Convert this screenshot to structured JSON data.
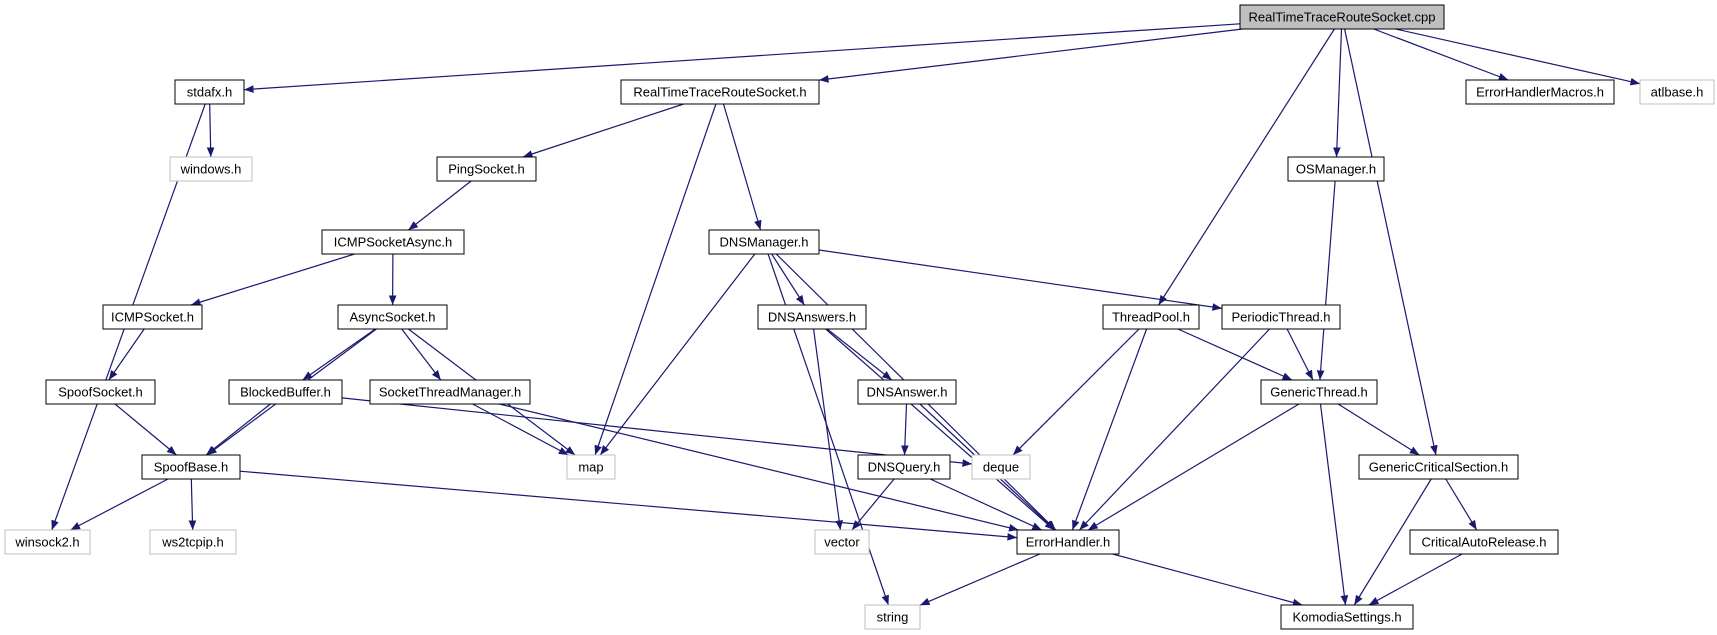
{
  "colors": {
    "edge": "#191970",
    "node_border": "#000000",
    "node_border_external": "#bfbfbf",
    "root_fill": "#bfbfbf",
    "node_fill": "#ffffff"
  },
  "nodes": [
    {
      "id": "root",
      "label": "RealTimeTraceRouteSocket.cpp",
      "kind": "root"
    },
    {
      "id": "stdafx",
      "label": "stdafx.h",
      "kind": "file"
    },
    {
      "id": "rtrs_h",
      "label": "RealTimeTraceRouteSocket.h",
      "kind": "file"
    },
    {
      "id": "errmacros",
      "label": "ErrorHandlerMacros.h",
      "kind": "file"
    },
    {
      "id": "atlbase",
      "label": "atlbase.h",
      "kind": "external"
    },
    {
      "id": "windows",
      "label": "windows.h",
      "kind": "external"
    },
    {
      "id": "pingsocket",
      "label": "PingSocket.h",
      "kind": "file"
    },
    {
      "id": "osmanager",
      "label": "OSManager.h",
      "kind": "file"
    },
    {
      "id": "icmpasync",
      "label": "ICMPSocketAsync.h",
      "kind": "file"
    },
    {
      "id": "dnsmanager",
      "label": "DNSManager.h",
      "kind": "file"
    },
    {
      "id": "icmpsocket",
      "label": "ICMPSocket.h",
      "kind": "file"
    },
    {
      "id": "asyncsocket",
      "label": "AsyncSocket.h",
      "kind": "file"
    },
    {
      "id": "dnsanswers",
      "label": "DNSAnswers.h",
      "kind": "file"
    },
    {
      "id": "threadpool",
      "label": "ThreadPool.h",
      "kind": "file"
    },
    {
      "id": "periodic",
      "label": "PeriodicThread.h",
      "kind": "file"
    },
    {
      "id": "spoofsocket",
      "label": "SpoofSocket.h",
      "kind": "file"
    },
    {
      "id": "blockedbuf",
      "label": "BlockedBuffer.h",
      "kind": "file"
    },
    {
      "id": "sockthreadmgr",
      "label": "SocketThreadManager.h",
      "kind": "file"
    },
    {
      "id": "dnsanswer",
      "label": "DNSAnswer.h",
      "kind": "file"
    },
    {
      "id": "genericthread",
      "label": "GenericThread.h",
      "kind": "file"
    },
    {
      "id": "spoofbase",
      "label": "SpoofBase.h",
      "kind": "file"
    },
    {
      "id": "map",
      "label": "map",
      "kind": "external"
    },
    {
      "id": "dnsquery",
      "label": "DNSQuery.h",
      "kind": "file"
    },
    {
      "id": "deque",
      "label": "deque",
      "kind": "external"
    },
    {
      "id": "gencrit",
      "label": "GenericCriticalSection.h",
      "kind": "file"
    },
    {
      "id": "winsock2",
      "label": "winsock2.h",
      "kind": "external"
    },
    {
      "id": "ws2tcpip",
      "label": "ws2tcpip.h",
      "kind": "external"
    },
    {
      "id": "vector",
      "label": "vector",
      "kind": "external"
    },
    {
      "id": "errorhandler",
      "label": "ErrorHandler.h",
      "kind": "file"
    },
    {
      "id": "critauto",
      "label": "CriticalAutoRelease.h",
      "kind": "file"
    },
    {
      "id": "string",
      "label": "string",
      "kind": "external"
    },
    {
      "id": "komodia",
      "label": "KomodiaSettings.h",
      "kind": "file"
    }
  ],
  "edges": [
    {
      "from": "root",
      "to": "stdafx"
    },
    {
      "from": "root",
      "to": "rtrs_h"
    },
    {
      "from": "root",
      "to": "threadpool"
    },
    {
      "from": "root",
      "to": "osmanager"
    },
    {
      "from": "root",
      "to": "gencrit"
    },
    {
      "from": "root",
      "to": "errmacros"
    },
    {
      "from": "root",
      "to": "atlbase"
    },
    {
      "from": "stdafx",
      "to": "windows"
    },
    {
      "from": "stdafx",
      "to": "winsock2"
    },
    {
      "from": "rtrs_h",
      "to": "pingsocket"
    },
    {
      "from": "rtrs_h",
      "to": "map"
    },
    {
      "from": "rtrs_h",
      "to": "dnsmanager"
    },
    {
      "from": "pingsocket",
      "to": "icmpasync"
    },
    {
      "from": "icmpasync",
      "to": "icmpsocket"
    },
    {
      "from": "icmpasync",
      "to": "asyncsocket"
    },
    {
      "from": "icmpsocket",
      "to": "spoofsocket"
    },
    {
      "from": "spoofsocket",
      "to": "spoofbase"
    },
    {
      "from": "asyncsocket",
      "to": "spoofbase"
    },
    {
      "from": "asyncsocket",
      "to": "blockedbuf"
    },
    {
      "from": "asyncsocket",
      "to": "sockthreadmgr"
    },
    {
      "from": "asyncsocket",
      "to": "map"
    },
    {
      "from": "blockedbuf",
      "to": "spoofbase"
    },
    {
      "from": "blockedbuf",
      "to": "deque"
    },
    {
      "from": "sockthreadmgr",
      "to": "map"
    },
    {
      "from": "sockthreadmgr",
      "to": "errorhandler"
    },
    {
      "from": "spoofbase",
      "to": "winsock2"
    },
    {
      "from": "spoofbase",
      "to": "ws2tcpip"
    },
    {
      "from": "spoofbase",
      "to": "errorhandler"
    },
    {
      "from": "dnsmanager",
      "to": "map"
    },
    {
      "from": "dnsmanager",
      "to": "string"
    },
    {
      "from": "dnsmanager",
      "to": "dnsanswers"
    },
    {
      "from": "dnsmanager",
      "to": "errorhandler"
    },
    {
      "from": "dnsmanager",
      "to": "periodic"
    },
    {
      "from": "dnsanswers",
      "to": "dnsanswer"
    },
    {
      "from": "dnsanswers",
      "to": "vector"
    },
    {
      "from": "dnsanswers",
      "to": "errorhandler"
    },
    {
      "from": "dnsanswer",
      "to": "dnsquery"
    },
    {
      "from": "dnsanswer",
      "to": "errorhandler"
    },
    {
      "from": "dnsquery",
      "to": "vector"
    },
    {
      "from": "dnsquery",
      "to": "errorhandler"
    },
    {
      "from": "threadpool",
      "to": "deque"
    },
    {
      "from": "threadpool",
      "to": "errorhandler"
    },
    {
      "from": "threadpool",
      "to": "genericthread"
    },
    {
      "from": "periodic",
      "to": "genericthread"
    },
    {
      "from": "periodic",
      "to": "errorhandler"
    },
    {
      "from": "osmanager",
      "to": "genericthread"
    },
    {
      "from": "genericthread",
      "to": "errorhandler"
    },
    {
      "from": "genericthread",
      "to": "gencrit"
    },
    {
      "from": "genericthread",
      "to": "komodia"
    },
    {
      "from": "gencrit",
      "to": "critauto"
    },
    {
      "from": "gencrit",
      "to": "komodia"
    },
    {
      "from": "critauto",
      "to": "komodia"
    },
    {
      "from": "errorhandler",
      "to": "string"
    },
    {
      "from": "errorhandler",
      "to": "komodia"
    }
  ]
}
